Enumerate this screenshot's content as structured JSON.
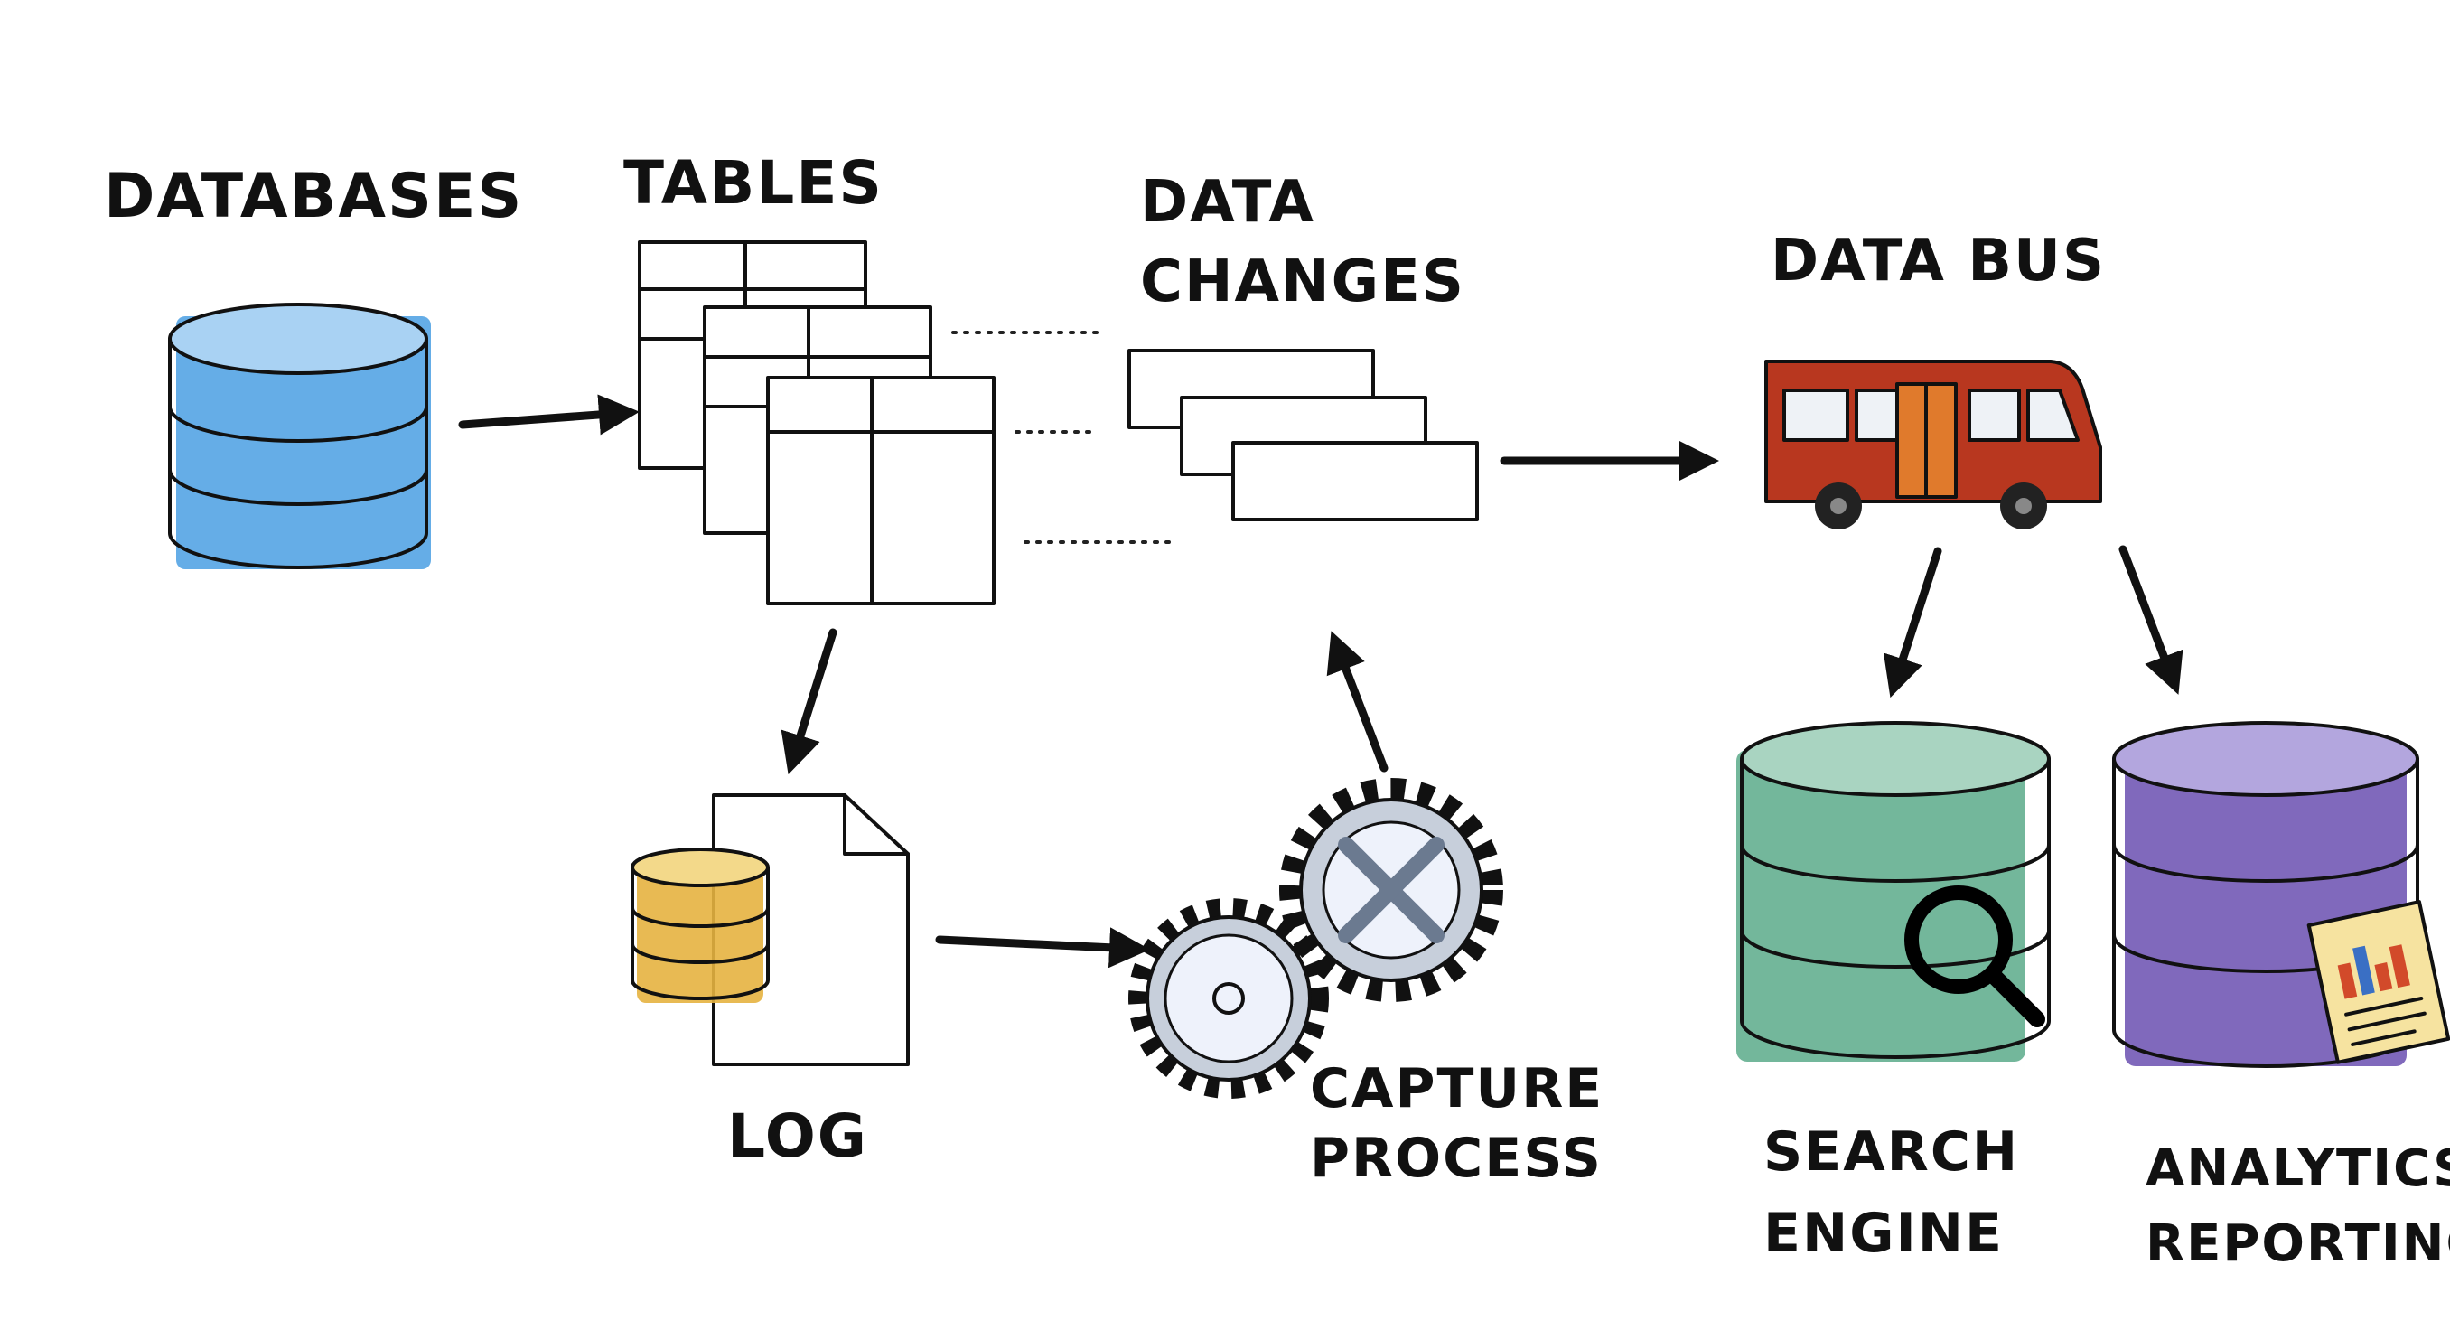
{
  "labels": {
    "databases": "DATABASES",
    "tables": "TABLES",
    "data_changes_line1": "DATA",
    "data_changes_line2": "CHANGES",
    "data_bus": "DATA BUS",
    "log": "LOG",
    "capture_line1": "CAPTURE",
    "capture_line2": "PROCESS",
    "search_line1": "SEARCH",
    "search_line2": "ENGINE",
    "analytics_line1": "ANALYTICS",
    "analytics_line2": "REPORTING"
  },
  "colors": {
    "source_db": "#4a9fe3",
    "log_db": "#e6b340",
    "bus_body": "#b8371f",
    "bus_door": "#e07a2c",
    "search_db": "#5aaa8a",
    "analytics_db": "#6a4fb0",
    "gear": "#c7cfdb"
  }
}
